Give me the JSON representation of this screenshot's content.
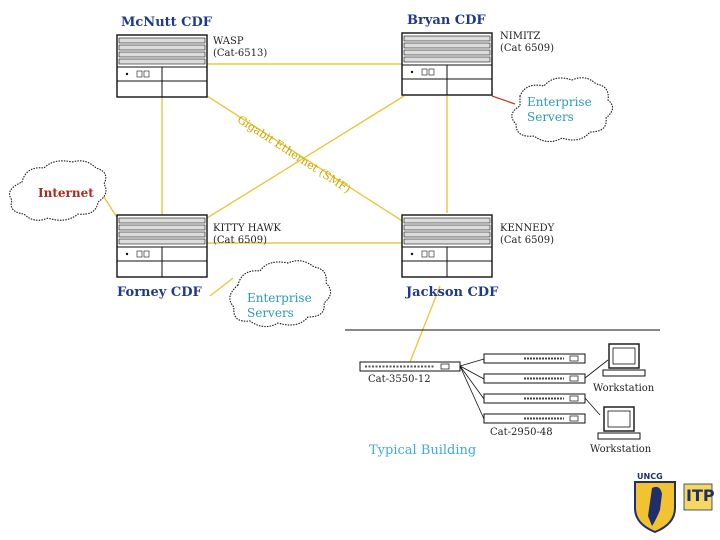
{
  "cdfs": {
    "mcnutt": {
      "name": "McNutt CDF",
      "device": "WASP",
      "model": "(Cat-6513)"
    },
    "bryan": {
      "name": "Bryan CDF",
      "device": "NIMITZ",
      "model": "(Cat 6509)"
    },
    "forney": {
      "name": "Forney CDF",
      "device": "KITTY HAWK",
      "model": "(Cat 6509)"
    },
    "jackson": {
      "name": "Jackson CDF",
      "device": "KENNEDY",
      "model": "(Cat 6509)"
    }
  },
  "clouds": {
    "enterprise_top": {
      "line1": "Enterprise",
      "line2": "Servers"
    },
    "enterprise_bottom": {
      "line1": "Enterprise",
      "line2": "Servers"
    },
    "internet": {
      "label": "Internet"
    }
  },
  "link_label": "Gigabit Ethernet (SMF)",
  "building": {
    "switch_main": "Cat-3550-12",
    "switch_edge": "Cat-2950-48",
    "workstation_1": "Workstation",
    "workstation_2": "Workstation",
    "caption": "Typical Building"
  },
  "logo": {
    "top": "UNCG",
    "letters": "ITP"
  },
  "colors": {
    "link": "#e8c840",
    "cdf_title": "#1f3a8c",
    "servers": "#2a9ab8",
    "internet": "#b0281f",
    "typical": "#3fa9e0",
    "red_link": "#c0392b"
  }
}
